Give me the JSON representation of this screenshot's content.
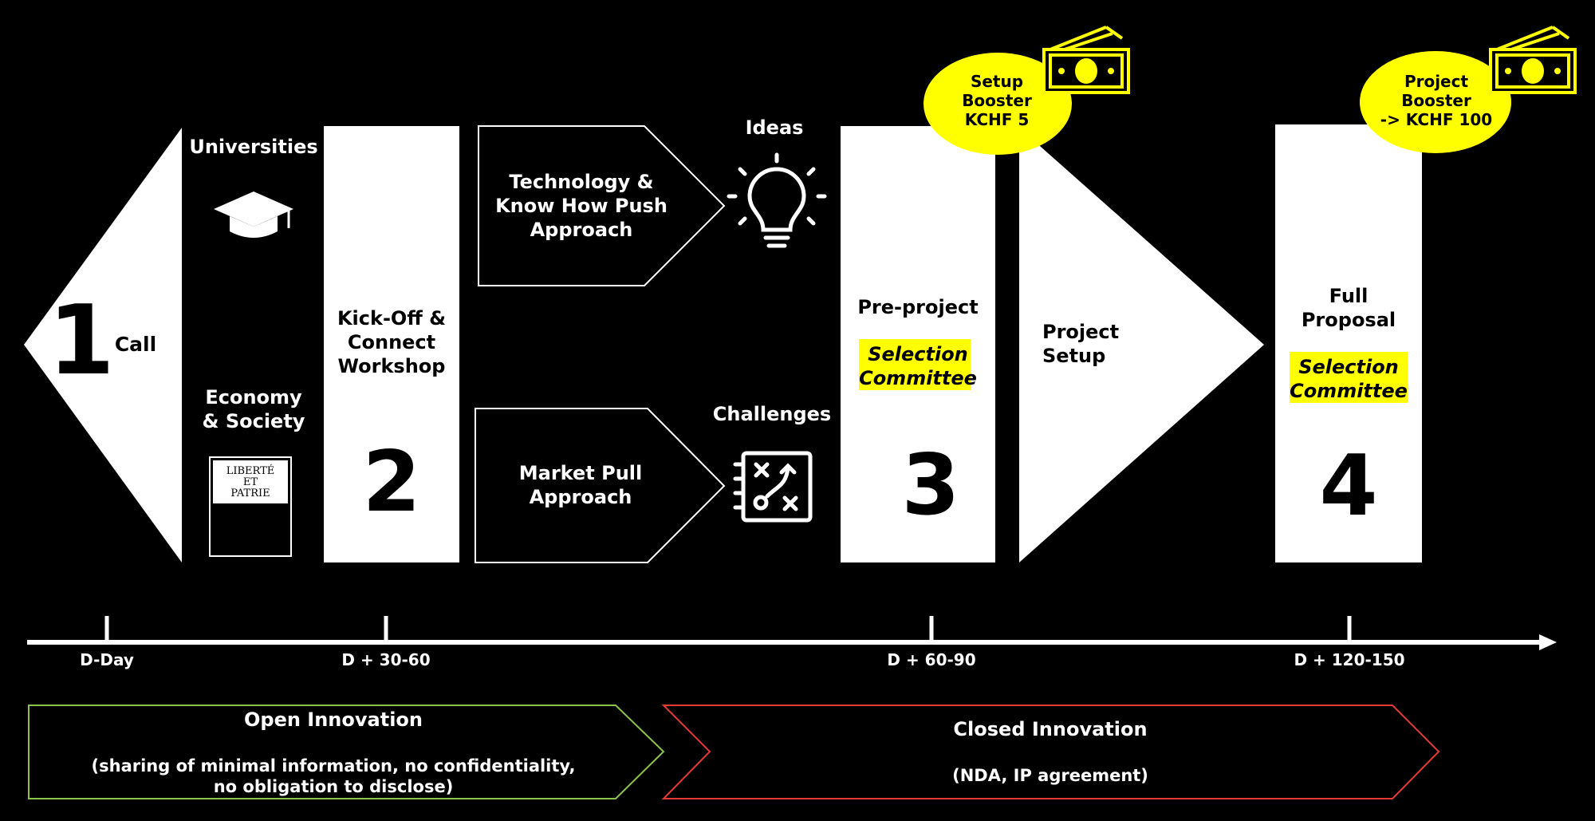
{
  "colors": {
    "background": "#000000",
    "panel": "#ffffff",
    "highlight": "#ffff00",
    "open_innovation_border": "#8bc34a",
    "closed_innovation_border": "#e53935"
  },
  "step1": {
    "number": "1",
    "label": "Call"
  },
  "sources": {
    "universities": "Universities",
    "universities_icon": "graduation-cap-icon",
    "economy_line1": "Economy",
    "economy_line2": "& Society",
    "emblem_line1": "LIBERTÉ",
    "emblem_line2": "ET",
    "emblem_line3": "PATRIE"
  },
  "step2": {
    "line1": "Kick-Off &",
    "line2": "Connect",
    "line3": "Workshop",
    "number": "2"
  },
  "approaches": {
    "tech_line1": "Technology &",
    "tech_line2": "Know How Push",
    "tech_line3": "Approach",
    "market_line1": "Market Pull",
    "market_line2": "Approach"
  },
  "outputs": {
    "ideas": "Ideas",
    "ideas_icon": "lightbulb-icon",
    "challenges": "Challenges",
    "challenges_icon": "strategy-board-icon"
  },
  "step3": {
    "title": "Pre-project",
    "committee_line1": "Selection",
    "committee_line2": "Committee",
    "number": "3",
    "booster_line1": "Setup",
    "booster_line2": "Booster",
    "booster_line3": "KCHF 5",
    "money_icon": "money-icon"
  },
  "project_setup": {
    "line1": "Project",
    "line2": "Setup"
  },
  "step4": {
    "title_line1": "Full",
    "title_line2": "Proposal",
    "committee_line1": "Selection",
    "committee_line2": "Committee",
    "number": "4",
    "booster_line1": "Project",
    "booster_line2": "Booster",
    "booster_line3": "-> KCHF 100",
    "money_icon": "money-icon"
  },
  "timeline": {
    "ticks": [
      "D-Day",
      "D + 30-60",
      "D + 60-90",
      "D + 120-150"
    ]
  },
  "phases": {
    "open_title": "Open Innovation",
    "open_line1": "(sharing of minimal information, no confidentiality,",
    "open_line2": "no obligation to disclose)",
    "closed_title": "Closed Innovation",
    "closed_line1": "(NDA, IP agreement)"
  }
}
